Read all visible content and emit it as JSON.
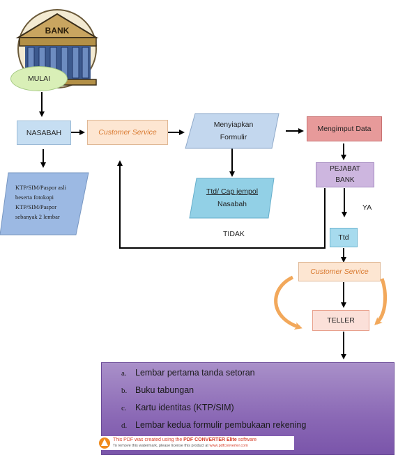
{
  "logo": {
    "text": "BANK"
  },
  "start": {
    "label": "MULAI"
  },
  "nodes": {
    "nasabah": "NASABAH",
    "cs_top": "Customer Service",
    "prepare": [
      "Menyiapkan",
      "Formulir"
    ],
    "collect": "Mengimput Data",
    "official": [
      "PEJABAT",
      "BANK"
    ],
    "docs": [
      "KTP/SIM/Paspor asli",
      "beserta fotokopi",
      "KTP/SIM/Paspor",
      "sebanyak 2 lembar"
    ],
    "sign": [
      "Ttd/ Cap jempol",
      "Nasabah"
    ],
    "ttd": "Ttd",
    "cs_bottom": "Customer Service",
    "teller": "TELLER"
  },
  "labels": {
    "yes": "YA",
    "no": "TIDAK"
  },
  "outputs": [
    {
      "marker": "a.",
      "text": "Lembar pertama tanda setoran"
    },
    {
      "marker": "b.",
      "text": "Buku tabungan"
    },
    {
      "marker": "c.",
      "text": "Kartu identitas (KTP/SIM)"
    },
    {
      "marker": "d.",
      "text": "Lembar kedua formulir pembukaan rekening"
    }
  ],
  "watermark": {
    "line1_a": "This PDF was created using the ",
    "line1_b": "PDF CONVERTER Elite",
    "line1_c": " software",
    "line2_a": "To remove this watermark, please license this product at ",
    "line2_b": "www.pdfconverter.com"
  },
  "colors": {
    "nasabah": "#c6def2",
    "cs": "#fde6d2",
    "prepare": "#c3d7ee",
    "collect": "#e79a9a",
    "official": "#cdb6df",
    "docs": "#9cb9e3",
    "sign": "#92d0e6",
    "ttd": "#a7dbee",
    "teller": "#fbe0d9",
    "start": "#d9efb7",
    "orange": "#f2a85b",
    "list_bg": "#8a68b5"
  }
}
